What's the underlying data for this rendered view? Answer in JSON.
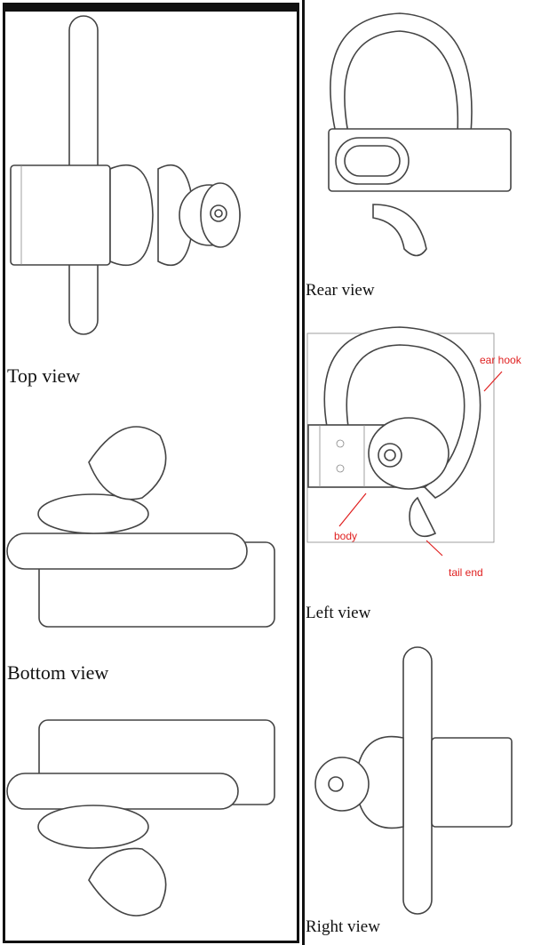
{
  "views": {
    "top": "Top view",
    "bottom": "Bottom view",
    "rear": "Rear view",
    "left": "Left view",
    "right": "Right view"
  },
  "annotations": {
    "ear_hook": "ear hook",
    "body": "body",
    "tail_end": "tail end"
  },
  "colors": {
    "annotation": "#e02020",
    "border": "#111111"
  }
}
